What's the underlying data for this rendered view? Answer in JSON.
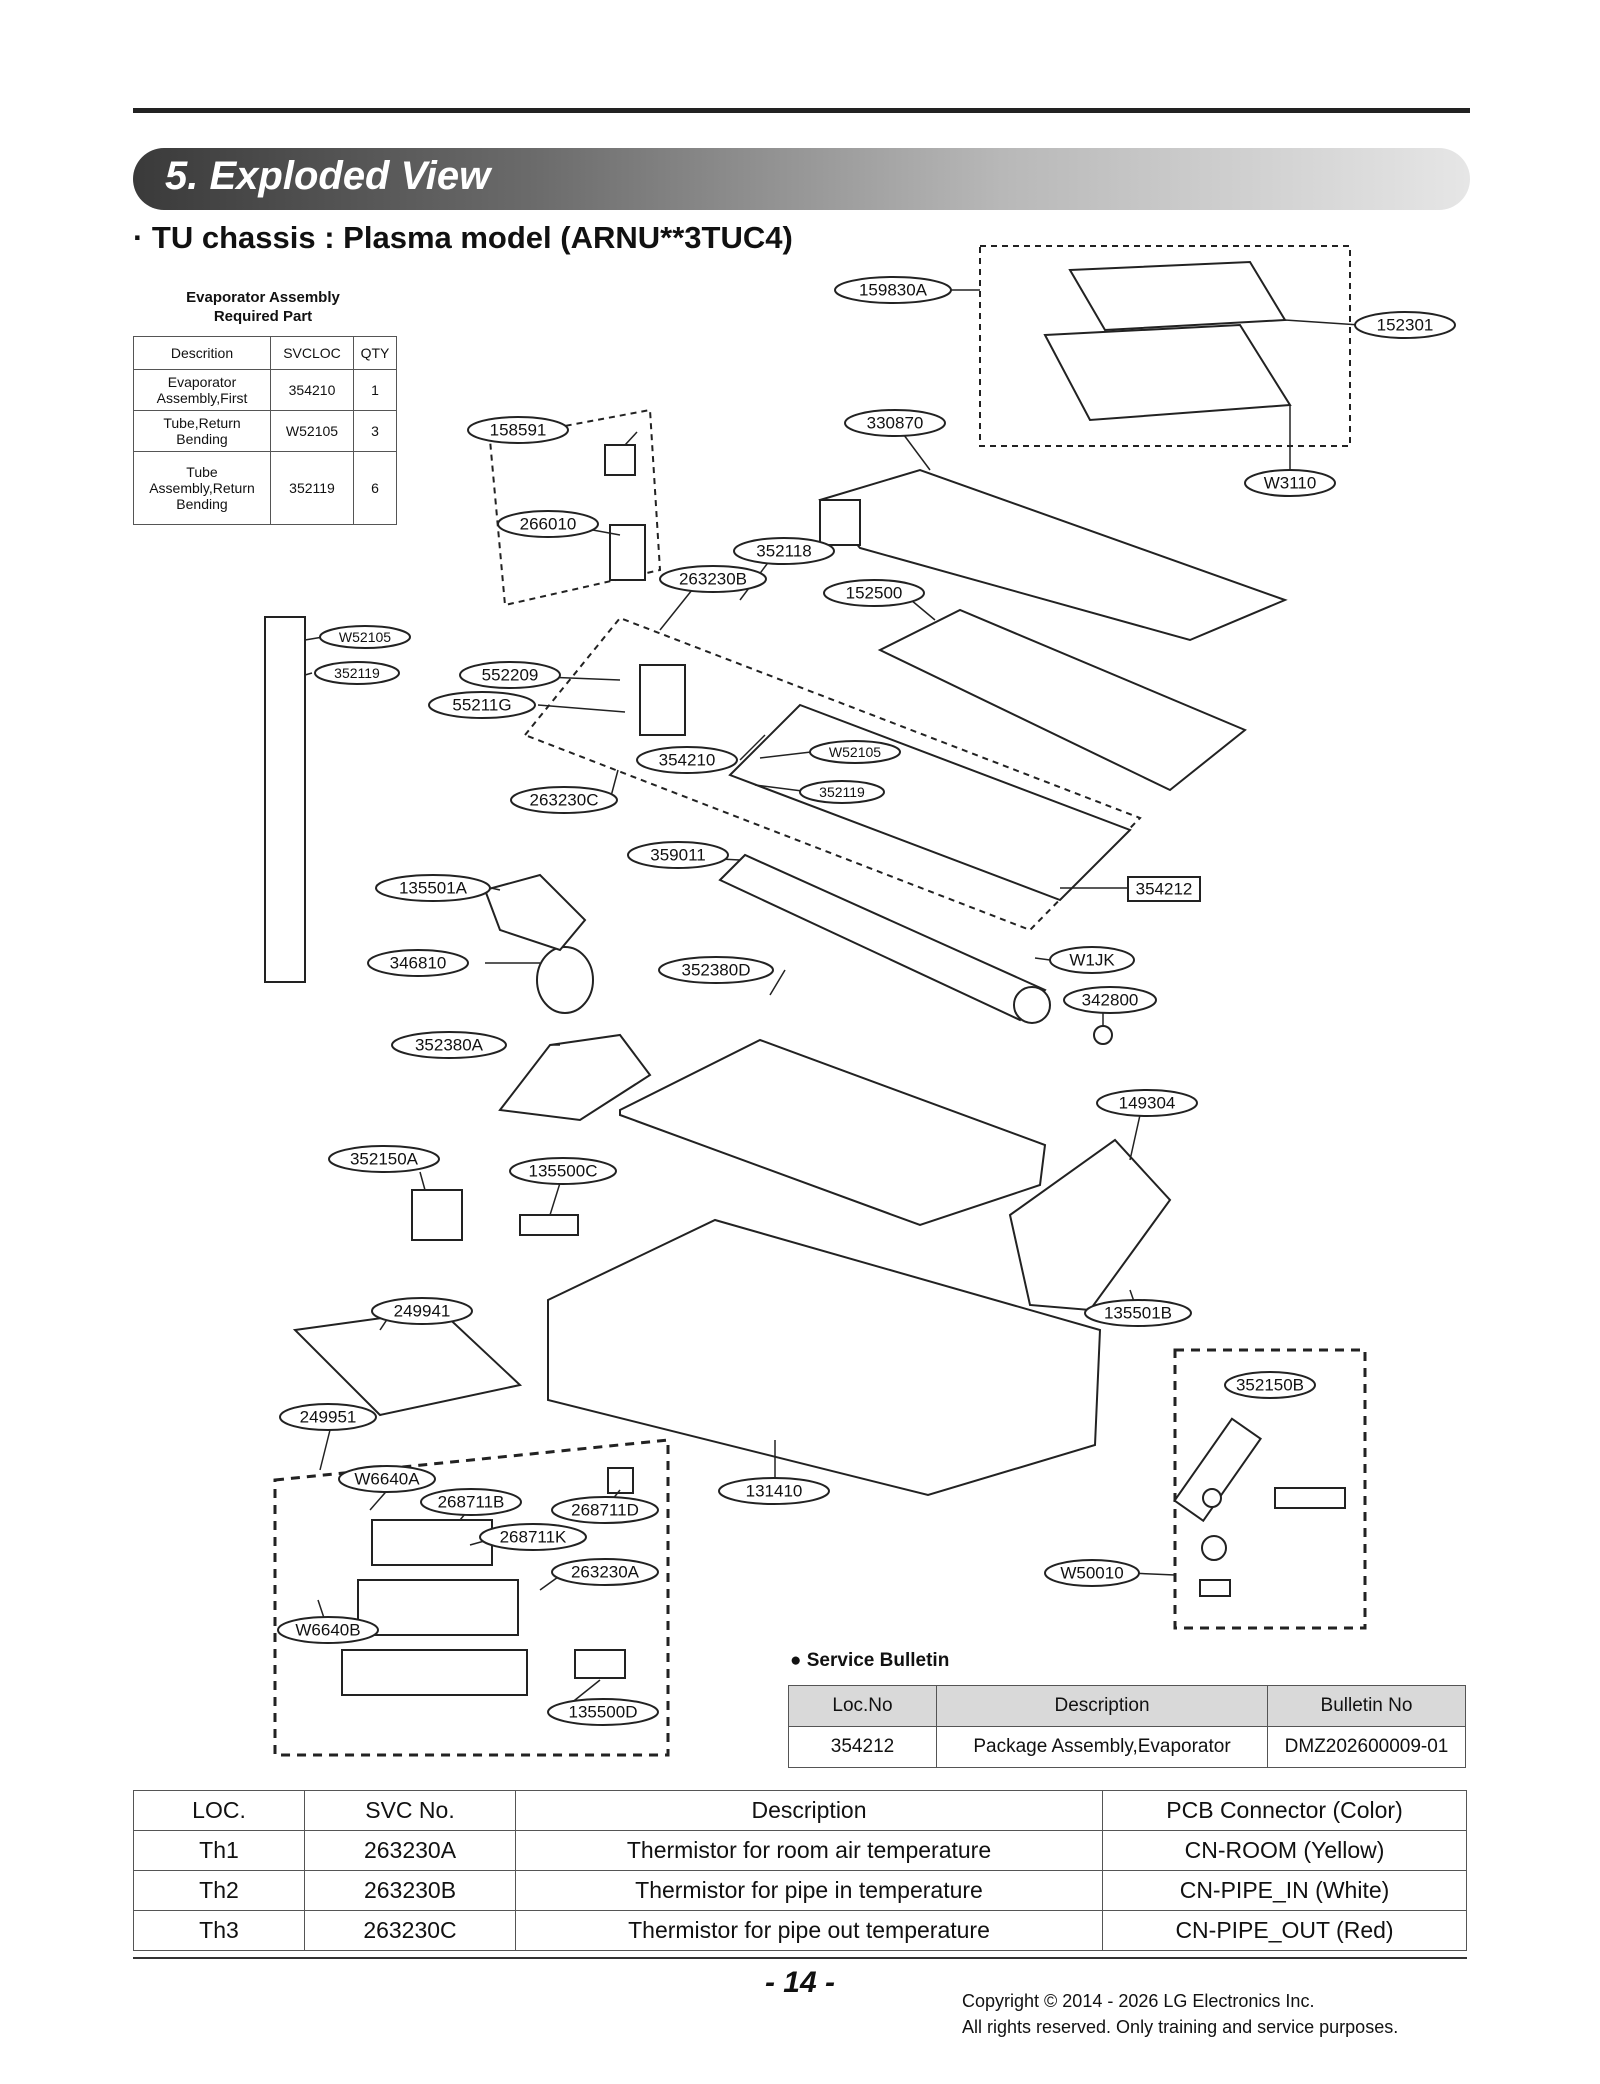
{
  "header": {
    "section_title": "5. Exploded View",
    "subtitle": "· TU chassis : Plasma model (ARNU**3TUC4)"
  },
  "evaporator_table": {
    "caption_line1": "Evaporator Assembly",
    "caption_line2": "Required Part",
    "headers": [
      "Descrition",
      "SVCLOC",
      "QTY"
    ],
    "rows": [
      {
        "description": "Evaporator Assembly,First",
        "svcloc": "354210",
        "qty": "1"
      },
      {
        "description": "Tube,Return Bending",
        "svcloc": "W52105",
        "qty": "3"
      },
      {
        "description": "Tube Assembly,Return Bending",
        "svcloc": "352119",
        "qty": "6"
      }
    ]
  },
  "callouts": {
    "c159830A": "159830A",
    "c152301": "152301",
    "cW3110": "W3110",
    "c330870": "330870",
    "c158591": "158591",
    "c266010": "266010",
    "c352118": "352118",
    "c263230B": "263230B",
    "c152500": "152500",
    "cW52105a": "W52105",
    "c352119a": "352119",
    "c552209": "552209",
    "c55211G": "55211G",
    "c354210": "354210",
    "cW52105b": "W52105",
    "c352119b": "352119",
    "c263230C": "263230C",
    "c359011": "359011",
    "c354212": "354212",
    "c135501A": "135501A",
    "c346810": "346810",
    "c352380D": "352380D",
    "cW1JK": "W1JK",
    "c342800": "342800",
    "c352380A": "352380A",
    "c149304": "149304",
    "c352150A": "352150A",
    "c135500C": "135500C",
    "c249941": "249941",
    "c135501B": "135501B",
    "c352150B": "352150B",
    "c249951": "249951",
    "cW6640A": "W6640A",
    "c268711B": "268711B",
    "c268711D": "268711D",
    "c268711K": "268711K",
    "c131410": "131410",
    "c263230A": "263230A",
    "cW50010": "W50010",
    "cW6640B": "W6640B",
    "c135500D": "135500D"
  },
  "service_bulletin": {
    "title": "● Service Bulletin",
    "headers": [
      "Loc.No",
      "Description",
      "Bulletin No"
    ],
    "rows": [
      {
        "loc": "354212",
        "description": "Package Assembly,Evaporator",
        "bulletin": "DMZ202600009-01"
      }
    ]
  },
  "location_table": {
    "headers": [
      "LOC.",
      "SVC No.",
      "Description",
      "PCB Connector (Color)"
    ],
    "rows": [
      {
        "loc": "Th1",
        "svc": "263230A",
        "description": "Thermistor for room air temperature",
        "connector": "CN-ROOM (Yellow)"
      },
      {
        "loc": "Th2",
        "svc": "263230B",
        "description": "Thermistor for pipe in temperature",
        "connector": "CN-PIPE_IN (White)"
      },
      {
        "loc": "Th3",
        "svc": "263230C",
        "description": "Thermistor for pipe out temperature",
        "connector": "CN-PIPE_OUT (Red)"
      }
    ]
  },
  "footer": {
    "page_number": "- 14 -",
    "copyright_line1": "Copyright © 2014 - 2026 LG Electronics Inc.",
    "copyright_line2": "All rights reserved. Only training and service purposes."
  }
}
